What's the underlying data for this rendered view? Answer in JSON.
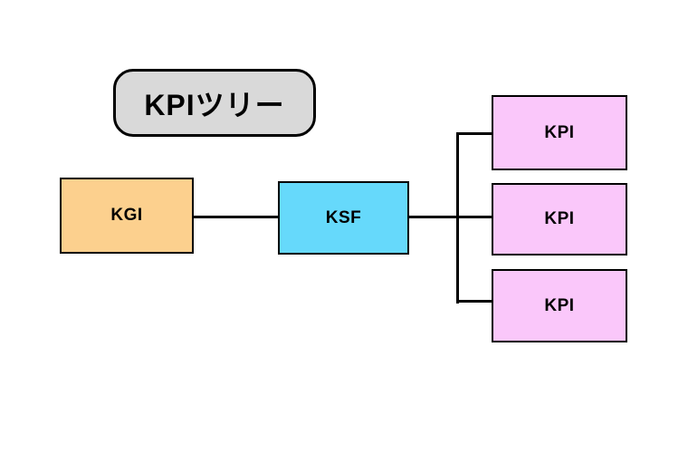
{
  "diagram": {
    "title": "KPIツリー",
    "nodes": [
      {
        "id": "kgi",
        "label": "KGI",
        "fill": "#FCD08E"
      },
      {
        "id": "ksf",
        "label": "KSF",
        "fill": "#66D9FB"
      },
      {
        "id": "kpi-1",
        "label": "KPI",
        "fill": "#FAC7FA"
      },
      {
        "id": "kpi-2",
        "label": "KPI",
        "fill": "#FAC7FA"
      },
      {
        "id": "kpi-3",
        "label": "KPI",
        "fill": "#FAC7FA"
      }
    ],
    "edges": [
      {
        "from": "kgi",
        "to": "ksf"
      },
      {
        "from": "ksf",
        "to": "kpi-1"
      },
      {
        "from": "ksf",
        "to": "kpi-2"
      },
      {
        "from": "ksf",
        "to": "kpi-3"
      }
    ],
    "colors": {
      "title_bg": "#D9D9D9",
      "border": "#000000",
      "connector": "#000000",
      "background": "#FFFFFF"
    }
  }
}
